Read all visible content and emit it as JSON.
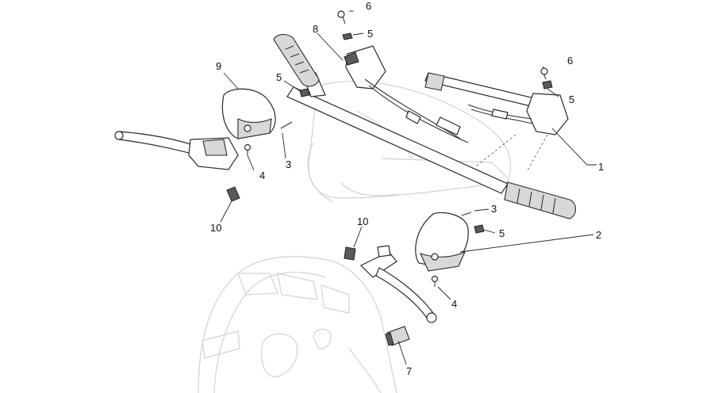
{
  "diagram": {
    "callouts": [
      {
        "id": "c1",
        "text": "1"
      },
      {
        "id": "c2",
        "text": "2"
      },
      {
        "id": "c3a",
        "text": "3"
      },
      {
        "id": "c3b",
        "text": "3"
      },
      {
        "id": "c4a",
        "text": "4"
      },
      {
        "id": "c4b",
        "text": "4"
      },
      {
        "id": "c5a",
        "text": "5"
      },
      {
        "id": "c5b",
        "text": "5"
      },
      {
        "id": "c5c",
        "text": "5"
      },
      {
        "id": "c5d",
        "text": "5"
      },
      {
        "id": "c6a",
        "text": "6"
      },
      {
        "id": "c6b",
        "text": "6"
      },
      {
        "id": "c7",
        "text": "7"
      },
      {
        "id": "c8",
        "text": "8"
      },
      {
        "id": "c9",
        "text": "9"
      },
      {
        "id": "c10a",
        "text": "10"
      },
      {
        "id": "c10b",
        "text": "10"
      }
    ]
  }
}
